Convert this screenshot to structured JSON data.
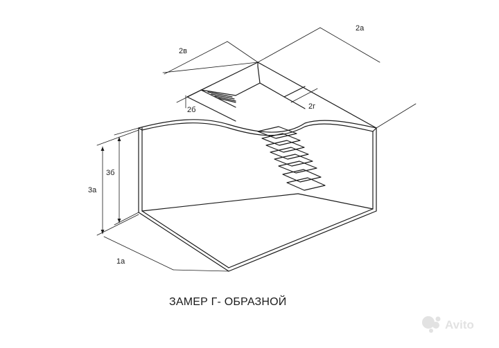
{
  "caption": "ЗАМЕР Г- ОБРАЗНОЙ",
  "dimensions": {
    "top_right": "2а",
    "top_left": "2в",
    "opening_small": "2б",
    "opening_right": "2г",
    "height_inner": "3б",
    "height_outer": "3а",
    "bottom": "1а"
  },
  "watermark": "Avito",
  "colors": {
    "line": "#1a1a1a",
    "watermark": "#e2e2e2"
  }
}
